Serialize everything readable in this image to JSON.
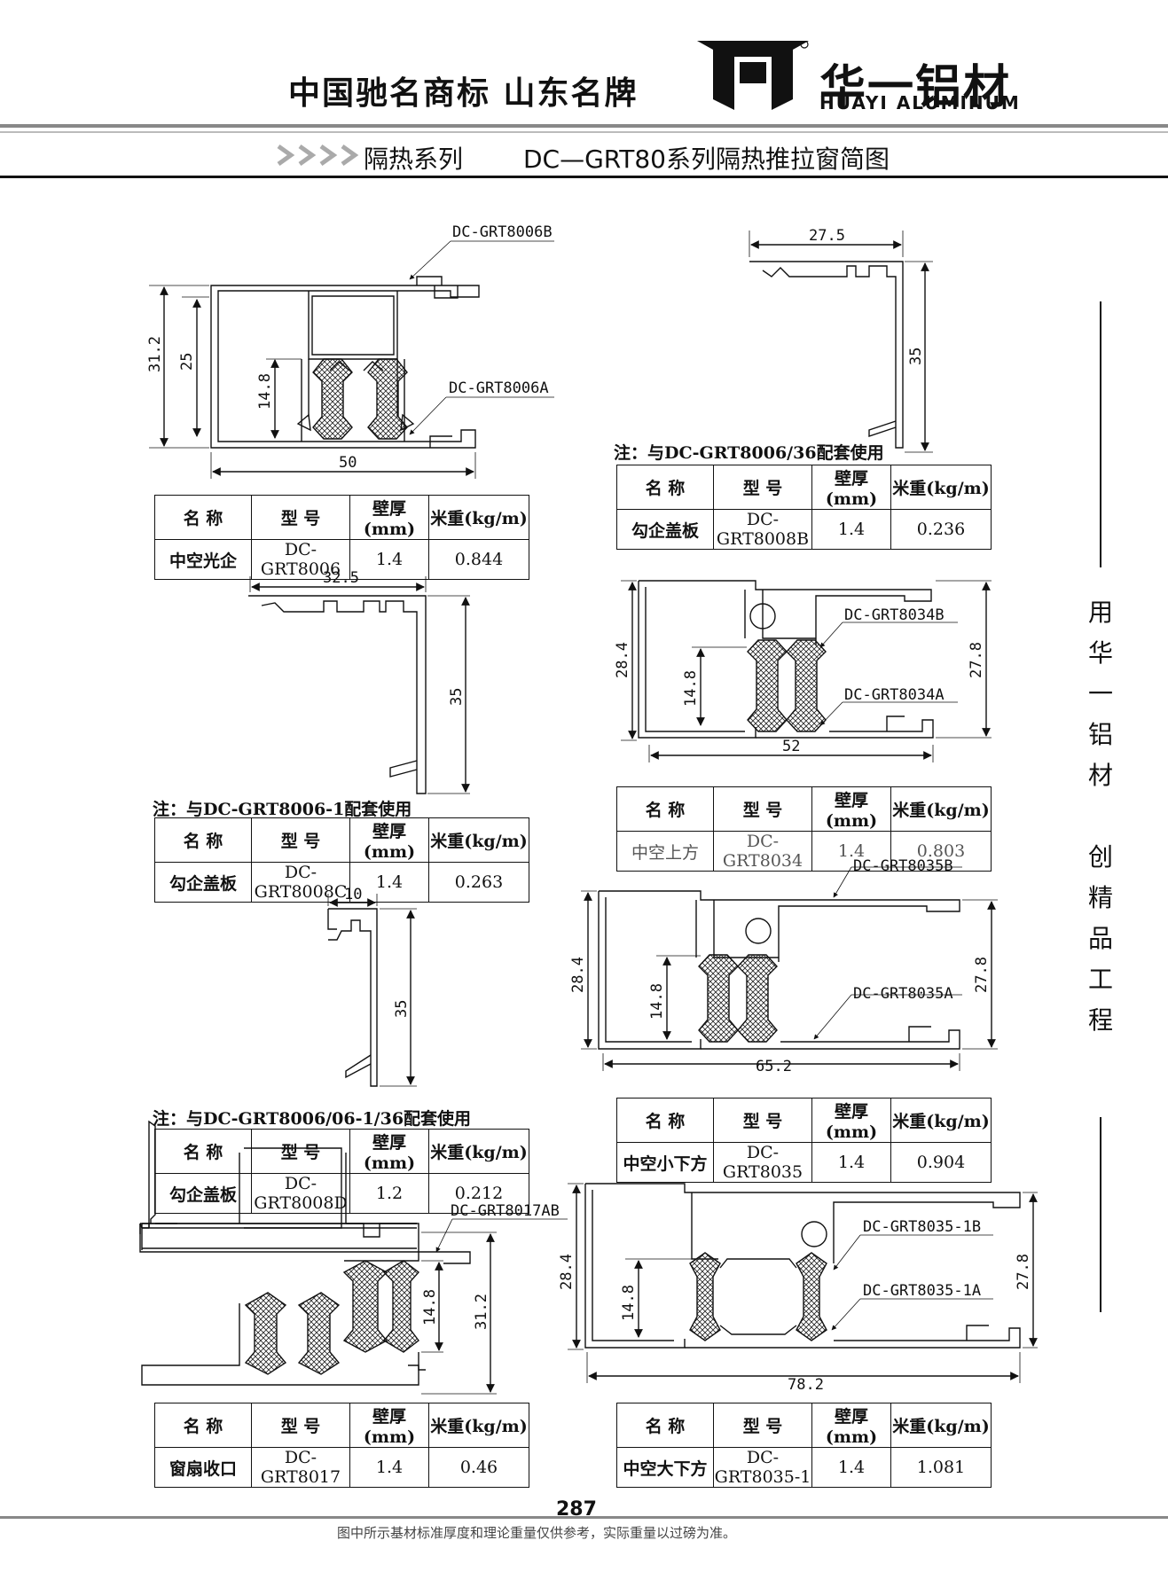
{
  "header": {
    "slogan": "中国驰名商标  山东名牌",
    "brand_cn": "华一铝材",
    "brand_en": "HUAYI ALUMINUM",
    "logo_text": "华 一",
    "series": "隔热系列",
    "title": "DC—GRT80系列隔热推拉窗简图"
  },
  "sidebar_text": [
    "用",
    "华",
    "一",
    "铝",
    "材",
    "",
    "创",
    "精",
    "品",
    "工",
    "程"
  ],
  "table_headers": [
    "名 称",
    "型 号",
    "壁厚(mm)",
    "米重(kg/m)"
  ],
  "profiles": [
    {
      "id": "p8006",
      "labels": [
        "DC-GRT8006B",
        "DC-GRT8006A"
      ],
      "dims": [
        "31.2",
        "25",
        "14.8",
        "50"
      ],
      "row": [
        "中空光企",
        "DC-GRT8006",
        "1.4",
        "0.844"
      ]
    },
    {
      "id": "p8008B",
      "note": "注：与DC-GRT8006/36配套使用",
      "dims": [
        "27.5",
        "35"
      ],
      "row": [
        "勾企盖板",
        "DC-GRT8008B",
        "1.4",
        "0.236"
      ]
    },
    {
      "id": "p8008C",
      "note": "注：与DC-GRT8006-1配套使用",
      "dims": [
        "32.5",
        "35"
      ],
      "row": [
        "勾企盖板",
        "DC-GRT8008C",
        "1.4",
        "0.263"
      ]
    },
    {
      "id": "p8034",
      "labels": [
        "DC-GRT8034B",
        "DC-GRT8034A"
      ],
      "dims": [
        "28.4",
        "14.8",
        "27.8",
        "52"
      ],
      "row": [
        "中空上方",
        "DC-GRT8034",
        "1.4",
        "0.803"
      ]
    },
    {
      "id": "p8008D",
      "note": "注：与DC-GRT8006/06-1/36配套使用",
      "dims": [
        "10",
        "35"
      ],
      "row": [
        "勾企盖板",
        "DC-GRT8008D",
        "1.2",
        "0.212"
      ]
    },
    {
      "id": "p8035",
      "labels": [
        "DC-GRT8035B",
        "DC-GRT8035A"
      ],
      "dims": [
        "28.4",
        "14.8",
        "27.8",
        "65.2"
      ],
      "row": [
        "中空小下方",
        "DC-GRT8035",
        "1.4",
        "0.904"
      ]
    },
    {
      "id": "p8017",
      "labels": [
        "DC-GRT8017AB"
      ],
      "dims": [
        "14.8",
        "31.2"
      ],
      "row": [
        "窗扇收口",
        "DC-GRT8017",
        "1.4",
        "0.46"
      ]
    },
    {
      "id": "p80351",
      "labels": [
        "DC-GRT8035-1B",
        "DC-GRT8035-1A"
      ],
      "dims": [
        "28.4",
        "14.8",
        "27.8",
        "78.2"
      ],
      "row": [
        "中空大下方",
        "DC-GRT8035-1",
        "1.4",
        "1.081"
      ]
    }
  ],
  "footer": {
    "page": "287",
    "disclaimer": "图中所示基材标准厚度和理论重量仅供参考，实际重量以过磅为准。"
  }
}
